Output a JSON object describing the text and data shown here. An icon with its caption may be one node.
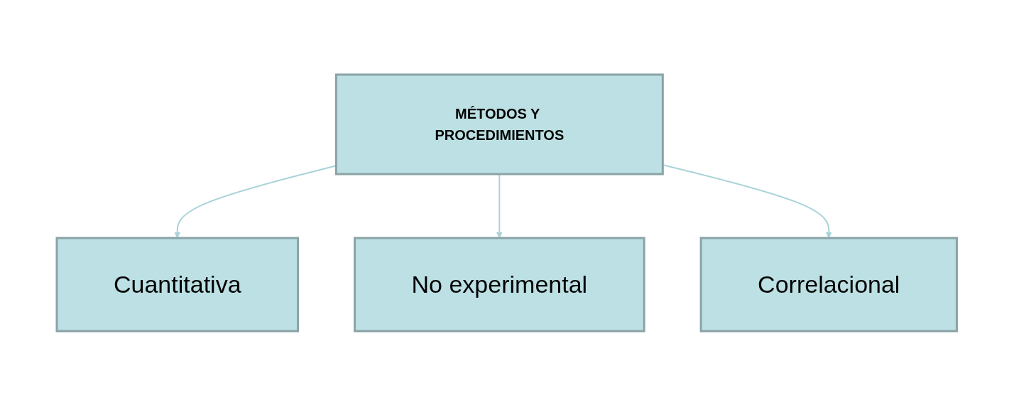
{
  "diagram": {
    "nodes": [
      {
        "text": [
          "MÉTODOS Y PROCEDIMIENTOS"
        ]
      },
      {
        "text": [
          "Cuantitativa"
        ]
      },
      {
        "text": [
          "No experimental"
        ]
      },
      {
        "text": [
          "Correlacional"
        ]
      }
    ],
    "edges": [
      {
        "from": 0,
        "to": 1,
        "arrow": "to"
      },
      {
        "from": 0,
        "to": 2,
        "arrow": "to"
      },
      {
        "from": 0,
        "to": 3,
        "arrow": "to"
      }
    ]
  }
}
